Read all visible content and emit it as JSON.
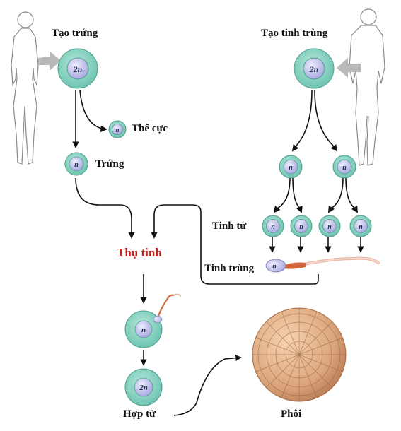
{
  "labels": {
    "egg_formation": "Tạo trứng",
    "sperm_formation": "Tạo tinh trùng",
    "polar_body": "Thể cực",
    "egg": "Trứng",
    "spermatid": "Tinh tử",
    "sperm": "Tinh trùng",
    "fertilization": "Thụ tinh",
    "zygote": "Hợp tử",
    "embryo": "Phôi"
  },
  "cell_labels": {
    "diploid": "2n",
    "haploid": "n"
  },
  "colors": {
    "cell_outer": "#8fd3c3",
    "cell_inner": "#c9c9f0",
    "arrow": "#111111",
    "fertilization_text": "#cc1b1b",
    "embryo": "#e6b184",
    "sperm_tail": "#f2c2b2"
  }
}
